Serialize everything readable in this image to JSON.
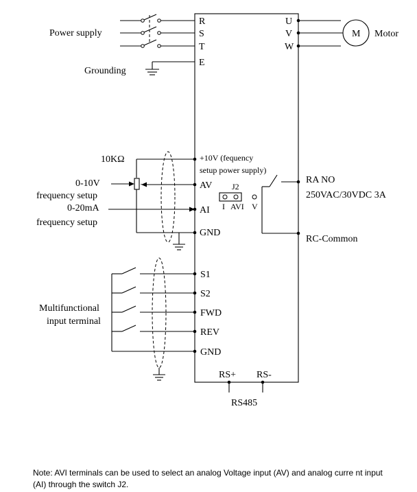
{
  "labels": {
    "power_supply": "Power supply",
    "grounding": "Grounding",
    "motor": "Motor",
    "motor_symbol": "M",
    "term_r": "R",
    "term_s": "S",
    "term_t": "T",
    "term_e": "E",
    "term_u": "U",
    "term_v": "V",
    "term_w": "W",
    "resistor": "10KΩ",
    "volt_range": "0-10V",
    "freq_setup_1": "frequency setup",
    "current_range": "0-20mA",
    "freq_setup_2": "frequency setup",
    "plus10v_line1": "+10V (fequency",
    "plus10v_line2": "setup power supply)",
    "term_av": "AV",
    "term_ai": "AI",
    "term_gnd_1": "GND",
    "j2": "J2",
    "j2_i": "I",
    "j2_avi": "AVI",
    "j2_v": "V",
    "ra_no": "RA  NO",
    "relay_rating": "250VAC/30VDC 3A",
    "rc_common": "RC-Common",
    "multi_line1": "Multifunctional",
    "multi_line2": "input terminal",
    "term_s1": "S1",
    "term_s2": "S2",
    "term_fwd": "FWD",
    "term_rev": "REV",
    "term_gnd_2": "GND",
    "rs_plus": "RS+",
    "rs_minus": "RS-",
    "rs485": "RS485"
  },
  "note": "Note: AVI terminals can be used to select an analog Voltage input (AV) and analog curre nt input (AI) through the switch J2."
}
